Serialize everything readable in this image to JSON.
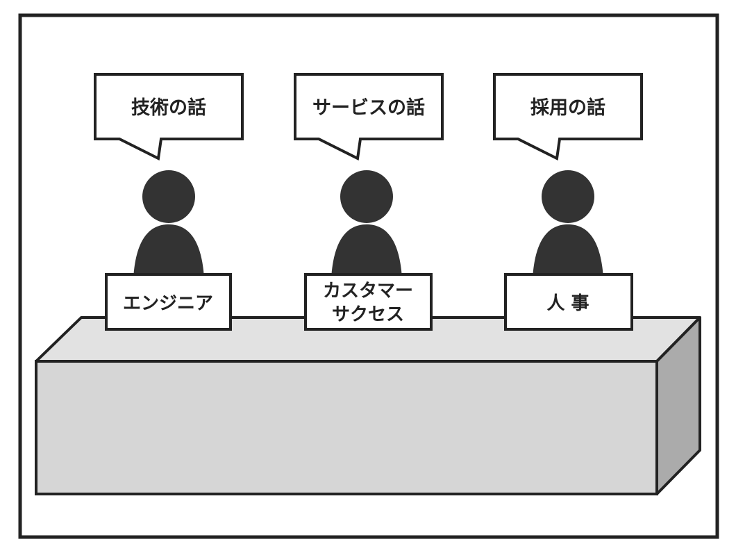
{
  "colors": {
    "outline": "#222222",
    "figure": "#333333",
    "desk_top": "#e2e2e2",
    "desk_front": "#d6d6d6",
    "desk_side": "#ababab",
    "background": "#ffffff"
  },
  "panelists": [
    {
      "speech": "技術の話",
      "role_lines": [
        "エンジニア"
      ]
    },
    {
      "speech": "サービスの話",
      "role_lines": [
        "カスタマー",
        "サクセス"
      ]
    },
    {
      "speech": "採用の話",
      "role_lines": [
        "人 事"
      ]
    }
  ],
  "icons": {
    "figure": "person-silhouette-icon",
    "bubble": "speech-bubble"
  }
}
